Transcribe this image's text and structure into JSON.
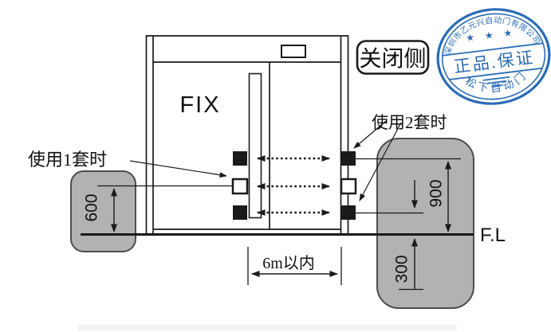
{
  "labels": {
    "fix": "FIX",
    "closing_side": "关闭侧",
    "one_set": "使用1套时",
    "two_sets": "使用2套时",
    "width_limit": "6m以内",
    "floor": "F.L"
  },
  "dimensions": {
    "white_sensor_height": "600",
    "top_sensor_height": "900",
    "bottom_sensor_height": "300"
  },
  "stamp": {
    "arc_top": "深圳市乙元兴自动门有限公司",
    "stars": "★ ★ ★",
    "center_text": "正品.保证",
    "arc_bottom": "松下自动门",
    "color": "#2a6cb5"
  },
  "colors": {
    "line": "#1a1a1a",
    "panel_gray": "#b2b2b2",
    "stamp_blue": "#2a6cb5",
    "floor_strip": "#f2f2f2"
  }
}
